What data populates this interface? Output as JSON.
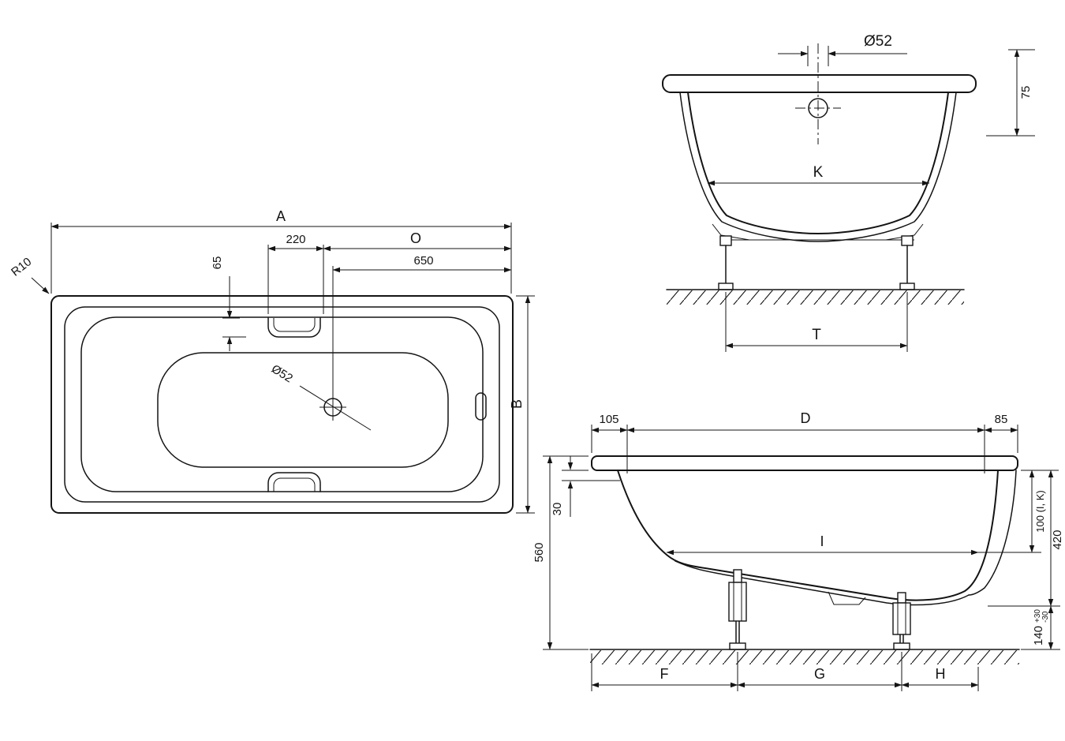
{
  "drawing": {
    "plan_view": {
      "length_label": "A",
      "overflow_label": "O",
      "drain_from_end": "650",
      "handle_width": "220",
      "handle_inset": "65",
      "width_label": "B",
      "corner_radius": "R10",
      "drain_diameter": "Ø52"
    },
    "end_view": {
      "drain_diameter": "Ø52",
      "rim_height": "75",
      "inner_width": "K",
      "support_span": "T"
    },
    "side_view": {
      "rim_left_overhang": "105",
      "inner_top_length": "D",
      "rim_right_overhang": "85",
      "rim_drop": "30",
      "total_height": "560",
      "inner_length": "I",
      "measure_plane": "100 (I, K)",
      "inner_depth": "420",
      "feet_height": "140",
      "feet_tol_plus": "+30",
      "feet_tol_minus": "-30",
      "span_front": "F",
      "span_feet": "G",
      "span_rear": "H"
    }
  }
}
